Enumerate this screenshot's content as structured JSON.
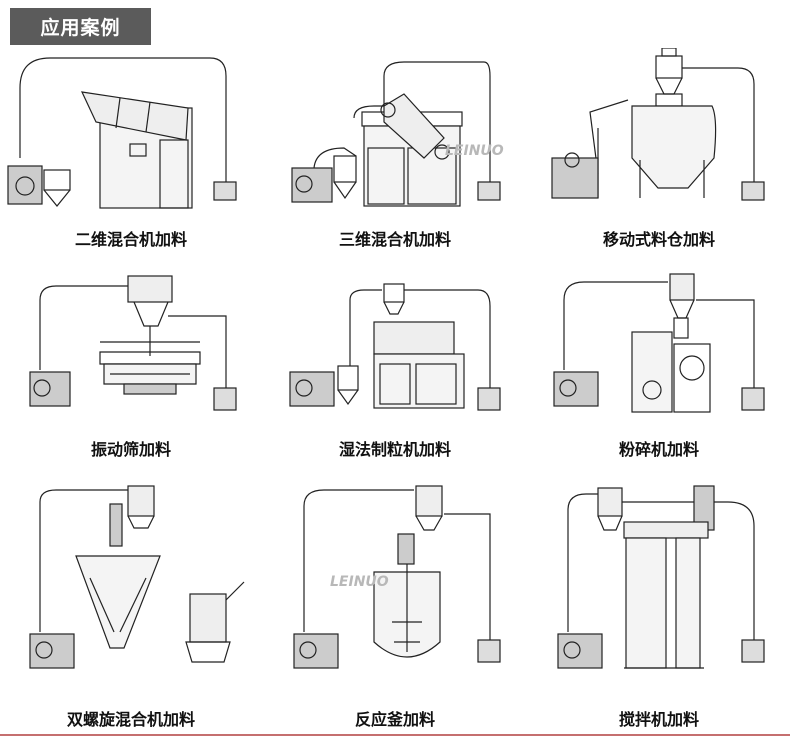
{
  "header": {
    "title": "应用案例"
  },
  "watermarks": [
    "LEINUO",
    "LEINUO"
  ],
  "cases": [
    {
      "label": "二维混合机加料",
      "machine": "two-dimensional-mixer"
    },
    {
      "label": "三维混合机加料",
      "machine": "three-dimensional-mixer"
    },
    {
      "label": "移动式料仓加料",
      "machine": "mobile-silo"
    },
    {
      "label": "振动筛加料",
      "machine": "vibrating-screen"
    },
    {
      "label": "湿法制粒机加料",
      "machine": "wet-granulator"
    },
    {
      "label": "粉碎机加料",
      "machine": "pulverizer"
    },
    {
      "label": "双螺旋混合机加料",
      "machine": "double-screw-mixer"
    },
    {
      "label": "反应釜加料",
      "machine": "reactor"
    },
    {
      "label": "搅拌机加料",
      "machine": "agitator"
    }
  ]
}
